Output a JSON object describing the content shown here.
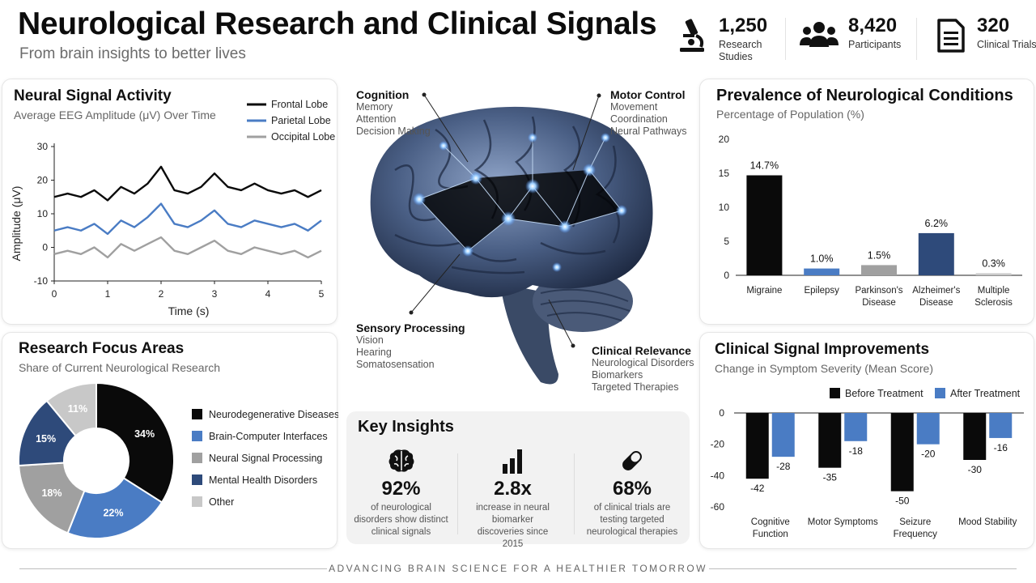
{
  "header": {
    "title": "Neurological Research and Clinical Signals",
    "subtitle": "From brain insights to better lives",
    "stats": [
      {
        "icon": "microscope-icon",
        "value": "1,250",
        "label": "Research Studies"
      },
      {
        "icon": "people-icon",
        "value": "8,420",
        "label": "Participants"
      },
      {
        "icon": "document-icon",
        "value": "320",
        "label": "Clinical Trials"
      }
    ]
  },
  "brain": {
    "labels": [
      {
        "heading": "Cognition",
        "items": [
          "Memory",
          "Attention",
          "Decision Making"
        ]
      },
      {
        "heading": "Motor Control",
        "items": [
          "Movement",
          "Coordination",
          "Neural Pathways"
        ]
      },
      {
        "heading": "Sensory Processing",
        "items": [
          "Vision",
          "Hearing",
          "Somatosensation"
        ]
      },
      {
        "heading": "Clinical Relevance",
        "items": [
          "Neurological Disorders",
          "Biomarkers",
          "Targeted Therapies"
        ]
      }
    ]
  },
  "insights": {
    "title": "Key Insights",
    "items": [
      {
        "icon": "brain-icon",
        "value": "92%",
        "text": "of neurological disorders show distinct clinical signals"
      },
      {
        "icon": "bar-chart-icon",
        "value": "2.8x",
        "text": "increase in neural biomarker discoveries since 2015"
      },
      {
        "icon": "pill-icon",
        "value": "68%",
        "text": "of clinical trials are testing targeted neurological therapies"
      }
    ]
  },
  "footer": {
    "text": "ADVANCING BRAIN SCIENCE FOR A HEALTHIER TOMORROW"
  },
  "colors": {
    "black": "#0a0a0a",
    "blue": "#4a7cc4",
    "gray": "#a0a0a0",
    "navy": "#2e4a7a",
    "light": "#c8c8c8"
  },
  "chart_data": [
    {
      "type": "line",
      "title": "Neural Signal Activity",
      "subtitle": "Average EEG Amplitude (μV) Over Time",
      "xlabel": "Time (s)",
      "ylabel": "Amplitude (μV)",
      "xlim": [
        0,
        5
      ],
      "ylim": [
        -10,
        30
      ],
      "xticks": [
        "0",
        "1",
        "2",
        "3",
        "4",
        "5"
      ],
      "yticks": [
        "30",
        "20",
        "10",
        "0",
        "-10"
      ],
      "legend": "top-right",
      "x": [
        0,
        0.25,
        0.5,
        0.75,
        1,
        1.25,
        1.5,
        1.75,
        2,
        2.25,
        2.5,
        2.75,
        3,
        3.25,
        3.5,
        3.75,
        4,
        4.25,
        4.5,
        4.75,
        5
      ],
      "series": [
        {
          "name": "Frontal Lobe",
          "color": "#0a0a0a",
          "values": [
            15,
            16,
            15,
            17,
            14,
            18,
            16,
            19,
            24,
            17,
            16,
            18,
            22,
            18,
            17,
            19,
            17,
            16,
            17,
            15,
            17
          ]
        },
        {
          "name": "Parietal Lobe",
          "color": "#4a7cc4",
          "values": [
            5,
            6,
            5,
            7,
            4,
            8,
            6,
            9,
            13,
            7,
            6,
            8,
            11,
            7,
            6,
            8,
            7,
            6,
            7,
            5,
            8
          ]
        },
        {
          "name": "Occipital Lobe",
          "color": "#a0a0a0",
          "values": [
            -2,
            -1,
            -2,
            0,
            -3,
            1,
            -1,
            1,
            3,
            -1,
            -2,
            0,
            2,
            -1,
            -2,
            0,
            -1,
            -2,
            -1,
            -3,
            -1
          ]
        }
      ]
    },
    {
      "type": "bar",
      "title": "Prevalence of Neurological Conditions",
      "subtitle": "Percentage of Population (%)",
      "categories": [
        "Migraine",
        "Epilepsy",
        "Parkinson's Disease",
        "Alzheimer's Disease",
        "Multiple Sclerosis"
      ],
      "values": [
        14.7,
        1.0,
        1.5,
        6.2,
        0.3
      ],
      "value_labels": [
        "14.7%",
        "1.0%",
        "1.5%",
        "6.2%",
        "0.3%"
      ],
      "colors": [
        "#0a0a0a",
        "#4a7cc4",
        "#a0a0a0",
        "#2e4a7a",
        "#c8c8c8"
      ],
      "ylim": [
        0,
        20
      ],
      "yticks": [
        "20",
        "15",
        "10",
        "5",
        "0"
      ]
    },
    {
      "type": "pie",
      "title": "Research Focus Areas",
      "subtitle": "Share of Current Neurological Research",
      "legend": "right",
      "slices": [
        {
          "label": "Neurodegenerative Diseases",
          "value": 34,
          "text": "34%",
          "color": "#0a0a0a"
        },
        {
          "label": "Brain-Computer Interfaces",
          "value": 22,
          "text": "22%",
          "color": "#4a7cc4"
        },
        {
          "label": "Neural Signal Processing",
          "value": 18,
          "text": "18%",
          "color": "#a0a0a0"
        },
        {
          "label": "Mental Health Disorders",
          "value": 15,
          "text": "15%",
          "color": "#2e4a7a"
        },
        {
          "label": "Other",
          "value": 11,
          "text": "11%",
          "color": "#c8c8c8"
        }
      ]
    },
    {
      "type": "bar",
      "title": "Clinical Signal Improvements",
      "subtitle": "Change in Symptom Severity (Mean Score)",
      "legend": "top-right",
      "categories": [
        "Cognitive Function",
        "Motor Symptoms",
        "Seizure Frequency",
        "Mood Stability"
      ],
      "series": [
        {
          "name": "Before Treatment",
          "color": "#0a0a0a",
          "values": [
            -42,
            -35,
            -50,
            -30
          ]
        },
        {
          "name": "After Treatment",
          "color": "#4a7cc4",
          "values": [
            -28,
            -18,
            -20,
            -16
          ]
        }
      ],
      "ylim": [
        -60,
        0
      ],
      "yticks": [
        "0",
        "-20",
        "-40",
        "-60"
      ]
    }
  ]
}
